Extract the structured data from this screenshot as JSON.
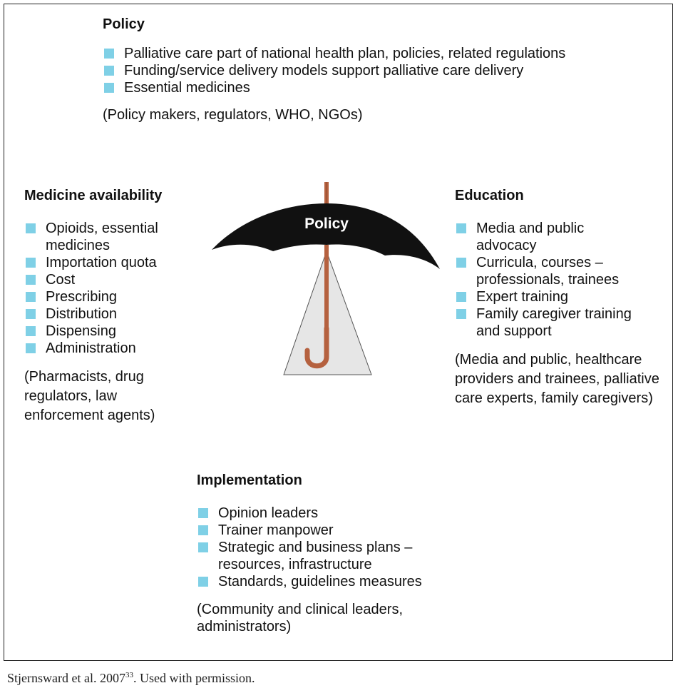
{
  "policy": {
    "heading": "Policy",
    "items": [
      "Palliative care part of national health plan, policies, related regulations",
      "Funding/service delivery models support palliative care delivery",
      "Essential medicines"
    ],
    "stakeholders": "(Policy makers, regulators, WHO, NGOs)"
  },
  "medicine": {
    "heading": "Medicine availability",
    "items": [
      "Opioids, essential medicines",
      "Importation quota",
      "Cost",
      "Prescribing",
      "Distribution",
      "Dispensing",
      "Administration"
    ],
    "stakeholders": "(Pharmacists, drug regulators, law enforcement agents)"
  },
  "education": {
    "heading": "Education",
    "items": [
      "Media and public advocacy",
      "Curricula, courses – professionals, trainees",
      "Expert training",
      "Family caregiver training and support"
    ],
    "stakeholders": "(Media and public, healthcare providers and trainees, palliative care experts, family caregivers)"
  },
  "implementation": {
    "heading": "Implementation",
    "items": [
      "Opinion leaders",
      "Trainer manpower",
      "Strategic and business plans – resources, infrastructure",
      "Standards, guidelines measures"
    ],
    "stakeholders": "(Community and clinical leaders, administrators)"
  },
  "umbrella": {
    "label": "Policy"
  },
  "caption": {
    "text": "Stjernsward et al. 2007",
    "ref": "33",
    "suffix": ". Used with permission."
  },
  "colors": {
    "bullet": "#7fd0e6",
    "canopy": "#111111",
    "handle": "#b5613f",
    "cone": "#e6e6e6"
  }
}
